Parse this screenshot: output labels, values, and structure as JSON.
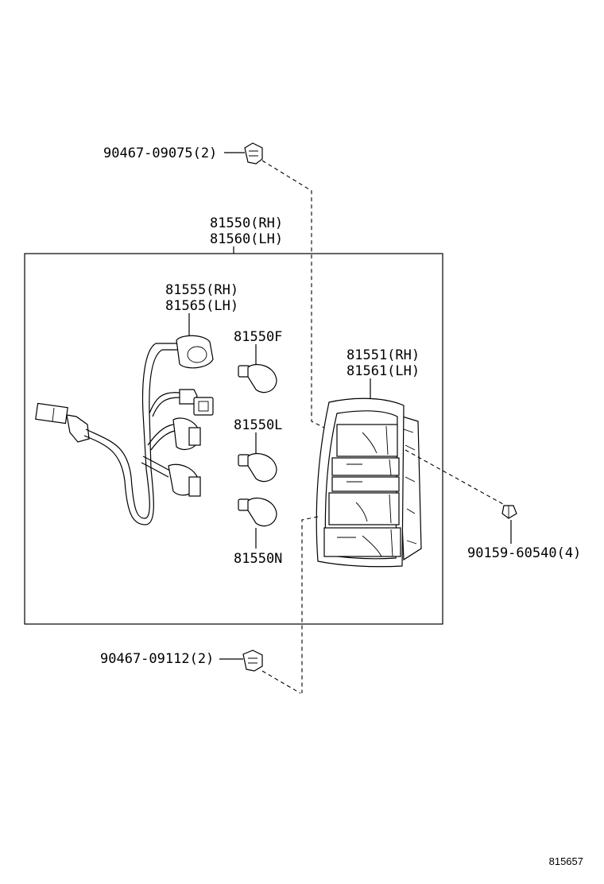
{
  "diagram": {
    "reference": "815657",
    "callouts": {
      "clip_upper": "90467-09075(2)",
      "lamp_assy_rh": "81550(RH)",
      "lamp_assy_lh": "81560(LH)",
      "socket_rh": "81555(RH)",
      "socket_lh": "81565(LH)",
      "bulb_f": "81550F",
      "lens_rh": "81551(RH)",
      "lens_lh": "81561(LH)",
      "bulb_l": "81550L",
      "bulb_n": "81550N",
      "screw": "90159-60540(4)",
      "clip_lower": "90467-09112(2)"
    }
  }
}
